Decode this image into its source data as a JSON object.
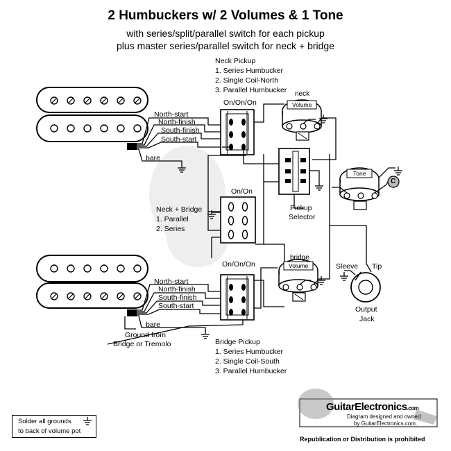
{
  "title": "2 Humbuckers w/ 2 Volumes & 1 Tone",
  "subtitle_line1": "with series/split/parallel switch for each pickup",
  "subtitle_line2": "plus master series/parallel switch for neck + bridge",
  "neck_pickup": {
    "heading": "Neck Pickup",
    "options": [
      "1. Series Humbucker",
      "2. Single Coil-North",
      "3. Parallel Humbucker"
    ],
    "wires": [
      "North-start",
      "North-finish",
      "South-finish",
      "South-start",
      "bare"
    ],
    "switch_label": "On/On/On"
  },
  "neck_bridge_switch": {
    "heading": "Neck + Bridge",
    "options": [
      "1. Parallel",
      "2. Series"
    ],
    "switch_label": "On/On"
  },
  "bridge_pickup": {
    "heading": "Bridge Pickup",
    "options": [
      "1. Series Humbucker",
      "2. Single Coil-South",
      "3. Parallel Humbucker"
    ],
    "wires": [
      "North-start",
      "North-finish",
      "South-finish",
      "South-start",
      "bare"
    ],
    "switch_label": "On/On/On"
  },
  "pots": {
    "neck_label": "neck",
    "bridge_label": "bridge",
    "volume_text": "Volume",
    "tone_text": "Tone",
    "cap_text": "C"
  },
  "selector": {
    "line1": "Pickup",
    "line2": "Selector"
  },
  "jack": {
    "sleeve": "Sleeve",
    "tip": "Tip",
    "line1": "Output",
    "line2": "Jack"
  },
  "ground_note": {
    "line1": "Ground from",
    "line2": "Bridge or Tremolo"
  },
  "solder_note": {
    "line1": "Solder all grounds",
    "line2": "to back of volume pot"
  },
  "watermark": {
    "brand": "GuitarElectronics",
    "brand_suffix": ".com",
    "credit1": "Diagram designed and owned",
    "credit2": "by GuitarElectronics.com.",
    "notice": "Republication or Distribution is prohibited"
  },
  "colors": {
    "line": "#000000",
    "background": "#ffffff",
    "watermark": "#b8b8b8"
  }
}
